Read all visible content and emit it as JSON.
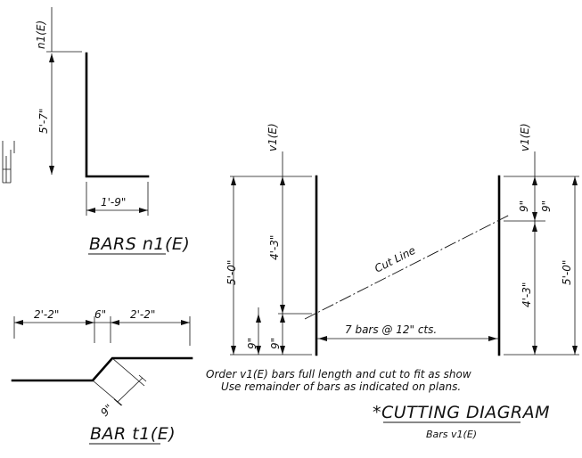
{
  "bars_n1": {
    "label": "n1(E)",
    "vertical_dim": "5'-7\"",
    "horizontal_dim": "1'-9\"",
    "title": "BARS n1(E)"
  },
  "bar_t1": {
    "dim_left": "2'-2\"",
    "dim_mid": "6\"",
    "dim_right": "2'-2\"",
    "dim_offset": "9\"",
    "title": "BAR t1(E)"
  },
  "cutting": {
    "left_bar_label": "v1(E)",
    "right_bar_label": "v1(E)",
    "left_total": "5'-0\"",
    "left_upper": "4'-3\"",
    "left_bottom_a": "9\"",
    "left_bottom_b": "9\"",
    "right_top_a": "9\"",
    "right_top_b": "9\"",
    "right_lower": "4'-3\"",
    "right_total": "5'-0\"",
    "cut_line": "Cut Line",
    "spacing": "7 bars @ 12\" cts.",
    "note_line1": "Order v1(E) bars full length and cut to fit as show",
    "note_line2": "Use remainder of bars as indicated on plans.",
    "title": "*CUTTING DIAGRAM",
    "subtitle": "Bars v1(E)"
  }
}
